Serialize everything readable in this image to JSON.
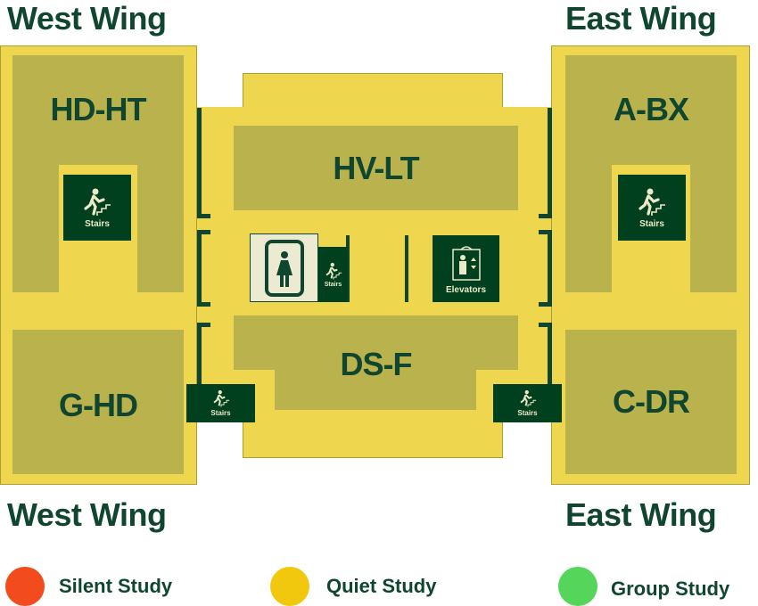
{
  "wings": {
    "west_top": "West Wing",
    "east_top": "East Wing",
    "west_bottom": "West Wing",
    "east_bottom": "East Wing"
  },
  "rooms": {
    "hd_ht": "HD-HT",
    "g_hd": "G-HD",
    "hv_lt": "HV-LT",
    "ds_f": "DS-F",
    "a_bx": "A-BX",
    "c_dr": "C-DR"
  },
  "signs": {
    "stairs": "Stairs",
    "elevators": "Elevators",
    "restroom_icon": "women-restroom-icon",
    "stairs_icon": "stairs-icon",
    "elevator_icon": "elevator-icon"
  },
  "legend": [
    {
      "label": "Silent Study",
      "color": "#f24b1e"
    },
    {
      "label": "Quiet Study",
      "color": "#f2c80e"
    },
    {
      "label": "Group Study",
      "color": "#55d65a"
    }
  ],
  "colors": {
    "floor": "#efd64f",
    "room": "#bab24c",
    "text": "#10462f",
    "sign": "#00401f"
  }
}
